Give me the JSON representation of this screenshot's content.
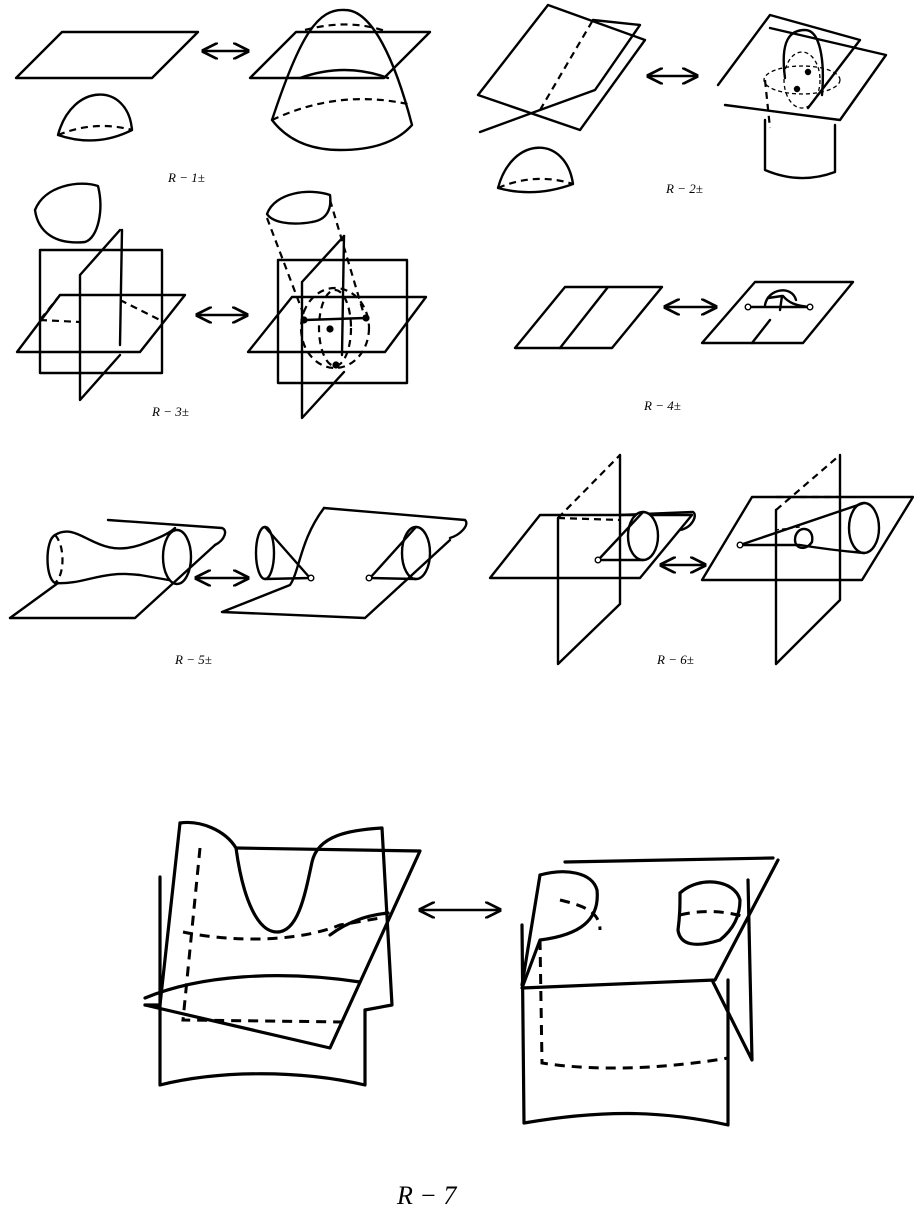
{
  "labels": {
    "r1": "R − 1±",
    "r2": "R − 2±",
    "r3": "R − 3±",
    "r4": "R − 4±",
    "r5": "R − 5±",
    "r6": "R − 6±",
    "r7": "R − 7"
  }
}
